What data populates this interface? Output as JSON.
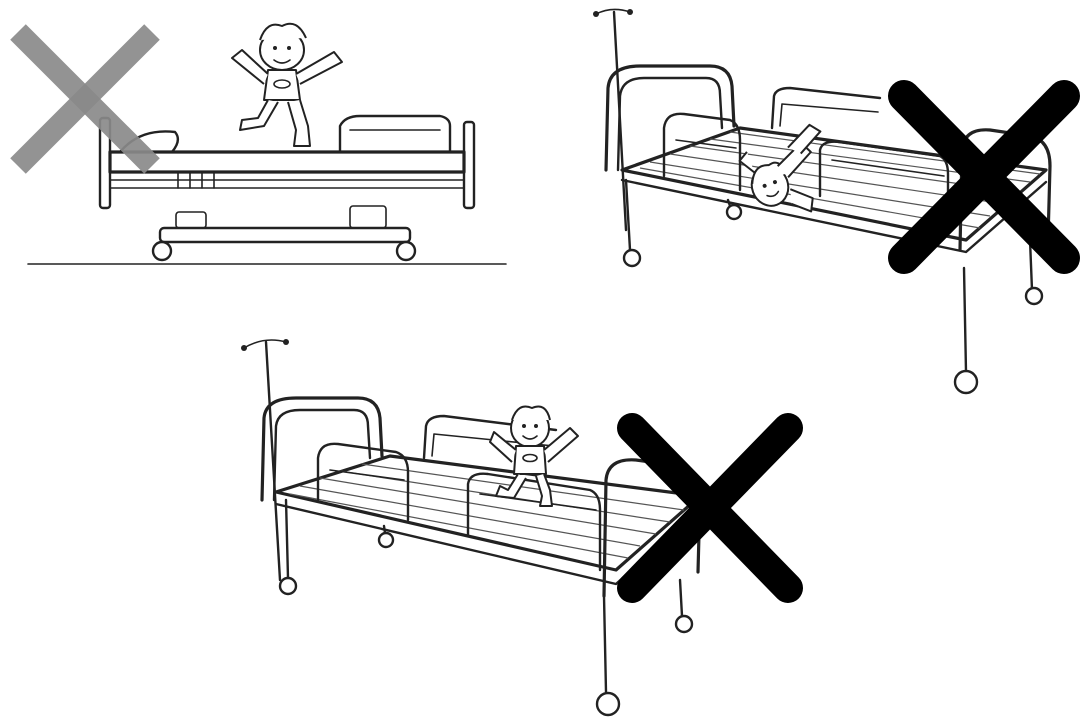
{
  "colors": {
    "background": "#ffffff",
    "line": "#222222",
    "cross_gray": "#8a8a8a",
    "cross_black": "#000000"
  },
  "panels": [
    {
      "id": "standing-on-bed",
      "cross_color": "gray",
      "icon": "prohibited-cross-icon"
    },
    {
      "id": "climbing-over-rail",
      "cross_color": "black",
      "icon": "prohibited-cross-icon"
    },
    {
      "id": "jumping-on-bed",
      "cross_color": "black",
      "icon": "prohibited-cross-icon"
    }
  ]
}
